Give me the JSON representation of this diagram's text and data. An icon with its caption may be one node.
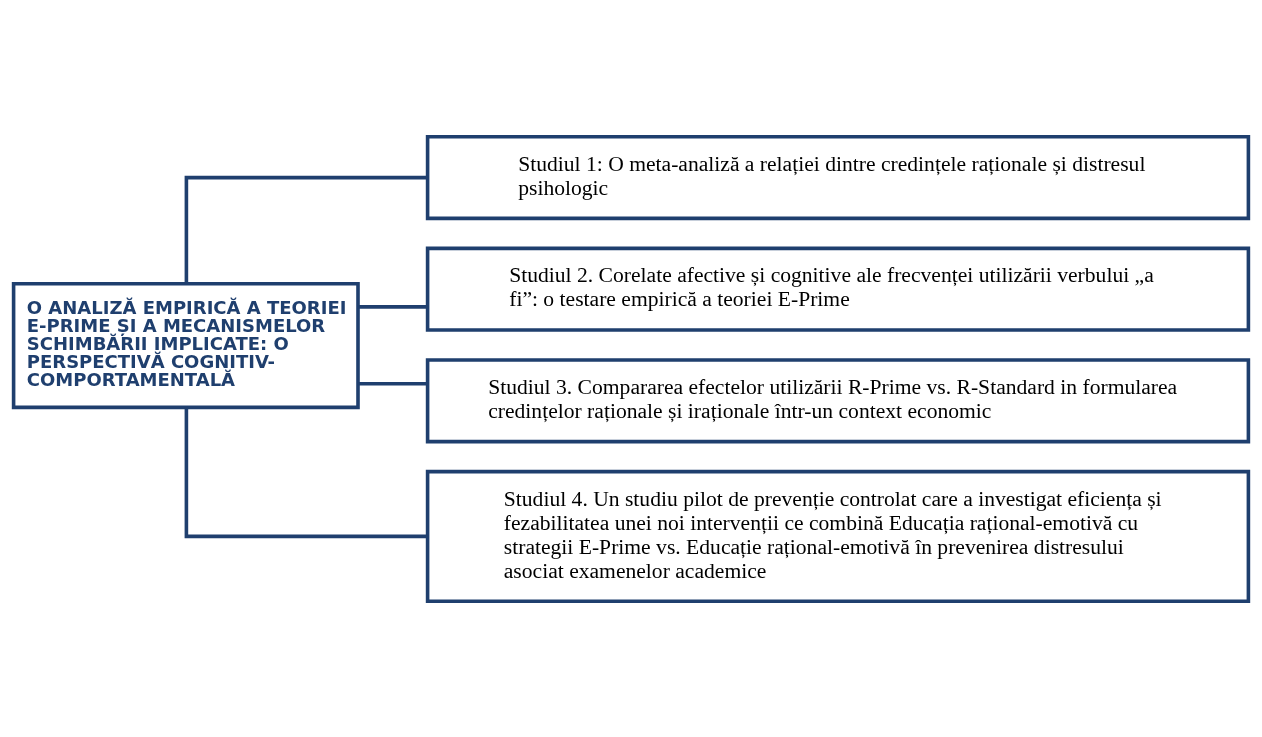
{
  "diagram": {
    "nodes": [
      {
        "text": [
          "O ANALIZĂ EMPIRICĂ A TEORIEI E-PRIME ȘI A MECANISMELOR SCHIMBĂRII IMPLICATE: O PERSPECTIVĂ COGNITIV- COMPORTAMENTALĂ"
        ]
      },
      {
        "text": [
          "Studiul 1: O meta-analiză a relației dintre credințele raționale și distresul psihologic"
        ]
      },
      {
        "text": [
          "Studiul 2. Corelate afective și cognitive ale frecvenței utilizării verbului „a fi”: o testare empirică a teoriei E-Prime"
        ]
      },
      {
        "text": [
          "Studiul 3. Compararea efectelor utilizării R-Prime vs. R-Standard in formularea credințelor raționale și iraționale într-un context economic"
        ]
      },
      {
        "text": [
          "Studiul 4. Un studiu pilot de prevenție controlat care a investigat eficiența și fezabilitatea unei noi intervenții ce combină Educația rațional-emotivă cu strategii E-Prime vs. Educație rațional-emotivă în prevenirea distresului asociat examenelor academice"
        ]
      }
    ],
    "edges": [
      {
        "from": 0,
        "to": 1,
        "arrow": "none"
      },
      {
        "from": 0,
        "to": 2,
        "arrow": "none"
      },
      {
        "from": 0,
        "to": 3,
        "arrow": "none"
      },
      {
        "from": 0,
        "to": 4,
        "arrow": "none"
      }
    ]
  }
}
